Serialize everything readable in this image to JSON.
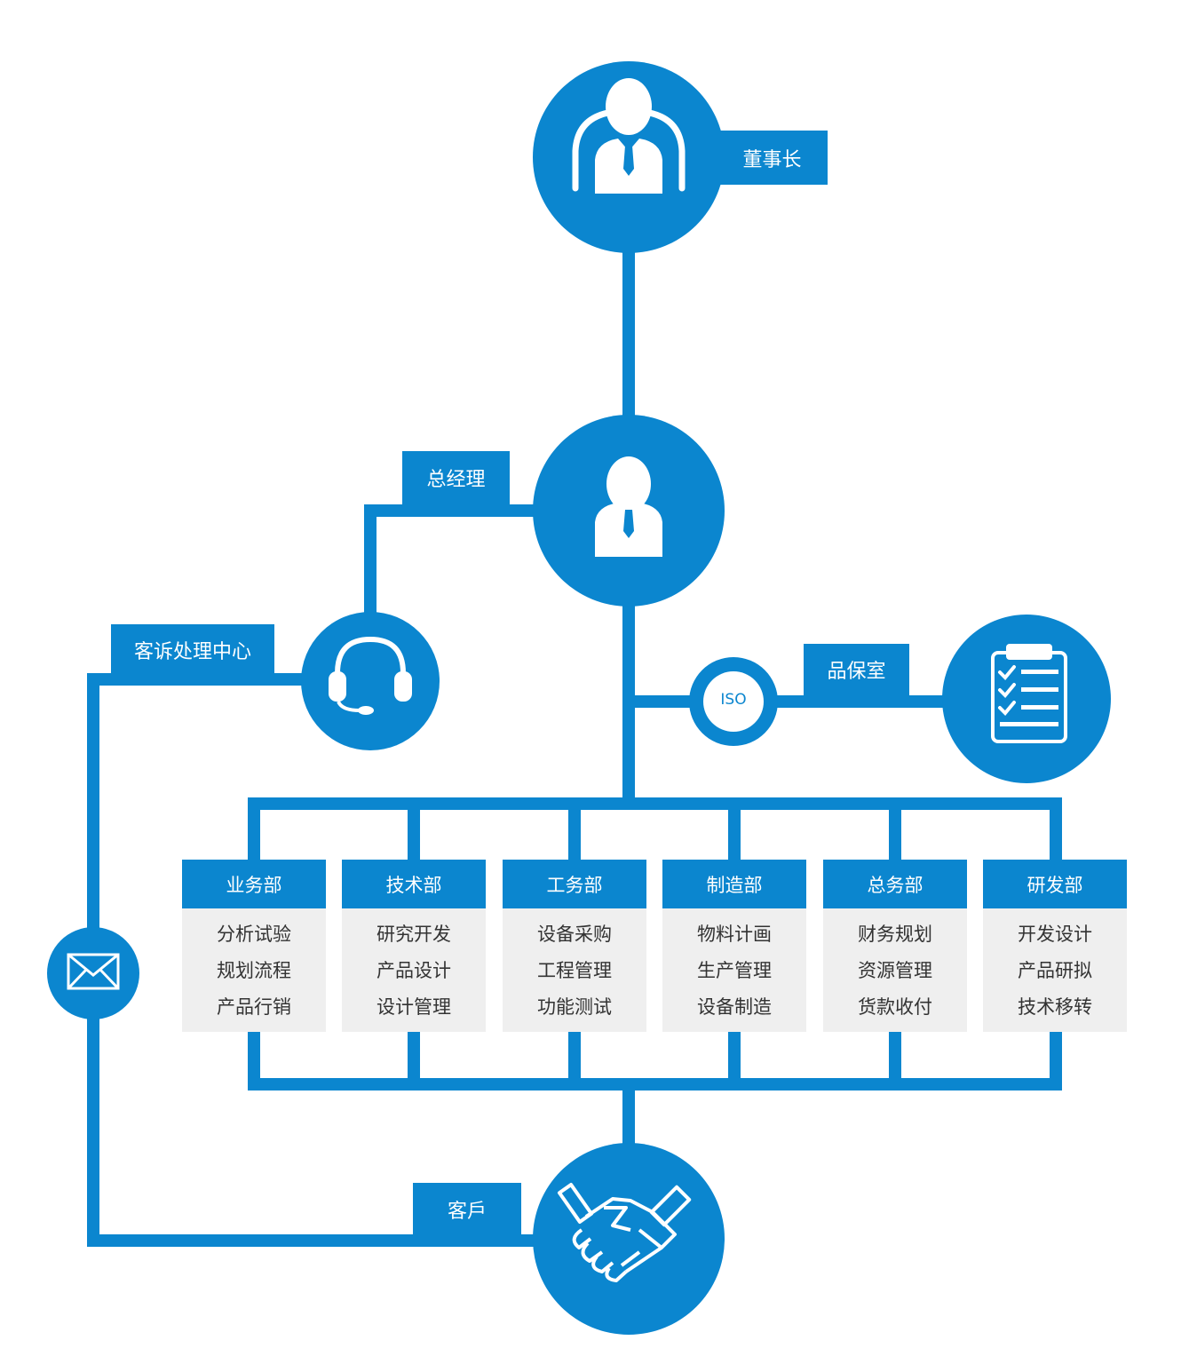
{
  "colors": {
    "primary": "#0b86cf",
    "card_bg": "#efefef",
    "text_dark": "#333333"
  },
  "nodes": {
    "chairman": {
      "label": "董事长",
      "icon": "executive-icon"
    },
    "general_manager": {
      "label": "总经理",
      "icon": "manager-icon"
    },
    "complaint_center": {
      "label": "客诉处理中心",
      "icon": "headset-icon"
    },
    "quality": {
      "label": "品保室",
      "badge": "ISO",
      "icon": "clipboard-checklist-icon"
    },
    "mail": {
      "icon": "envelope-icon"
    },
    "customer": {
      "label": "客戶",
      "icon": "handshake-icon"
    }
  },
  "departments": [
    {
      "name": "业务部",
      "items": [
        "分析试验",
        "规划流程",
        "产品行销"
      ]
    },
    {
      "name": "技术部",
      "items": [
        "研究开发",
        "产品设计",
        "设计管理"
      ]
    },
    {
      "name": "工务部",
      "items": [
        "设备采购",
        "工程管理",
        "功能测试"
      ]
    },
    {
      "name": "制造部",
      "items": [
        "物料计画",
        "生产管理",
        "设备制造"
      ]
    },
    {
      "name": "总务部",
      "items": [
        "财务规划",
        "资源管理",
        "货款收付"
      ]
    },
    {
      "name": "研发部",
      "items": [
        "开发设计",
        "产品研拟",
        "技术移转"
      ]
    }
  ]
}
